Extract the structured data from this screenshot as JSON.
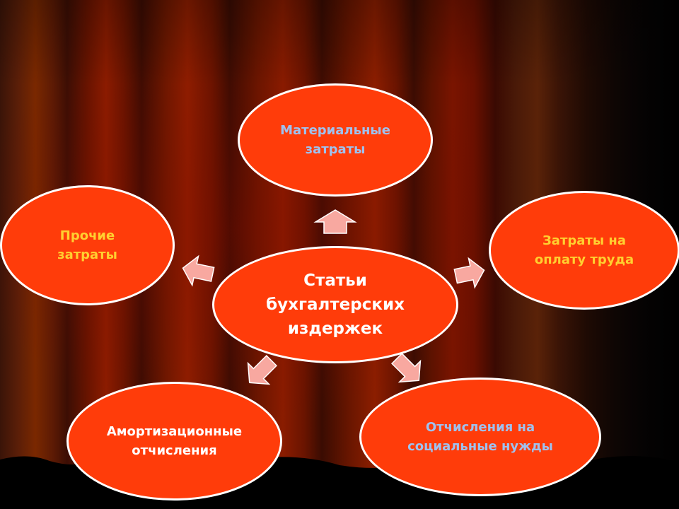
{
  "diagram": {
    "center": "Статьи бухгалтерских издержек",
    "nodes": {
      "top": "Материальные затраты",
      "right": "Затраты на оплату труда",
      "left": "Прочие затраты",
      "bottom_left": "Амортизационные отчисления",
      "bottom_right": "Отчисления на социальные нужды"
    }
  },
  "colors": {
    "node_fill": "#ff3c0a",
    "node_border": "#ffffff",
    "arrow_fill": "#f8a8a0",
    "text_blue": "#9fc2f0",
    "text_yellow": "#ffd030",
    "text_white": "#ffffff",
    "background": "#6a1400"
  }
}
